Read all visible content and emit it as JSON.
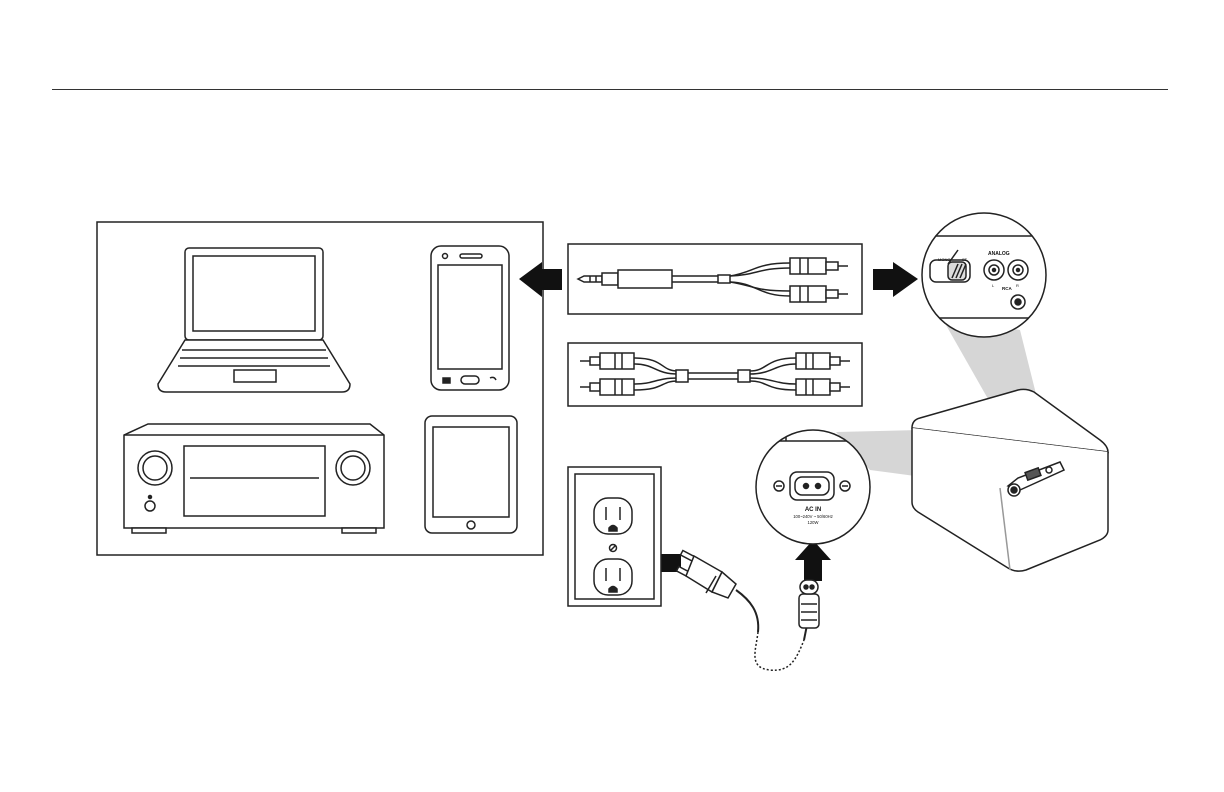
{
  "outlet_module": {
    "label": "AC IN",
    "spec_line1": "100~240V ~ 50/60Hz",
    "spec_line2": "120W"
  },
  "analog_panel": {
    "title": "ANALOG",
    "switch_left": "MONO",
    "switch_right": "ST",
    "jack_label": "RCA",
    "jack_left": "L",
    "jack_right": "R"
  }
}
